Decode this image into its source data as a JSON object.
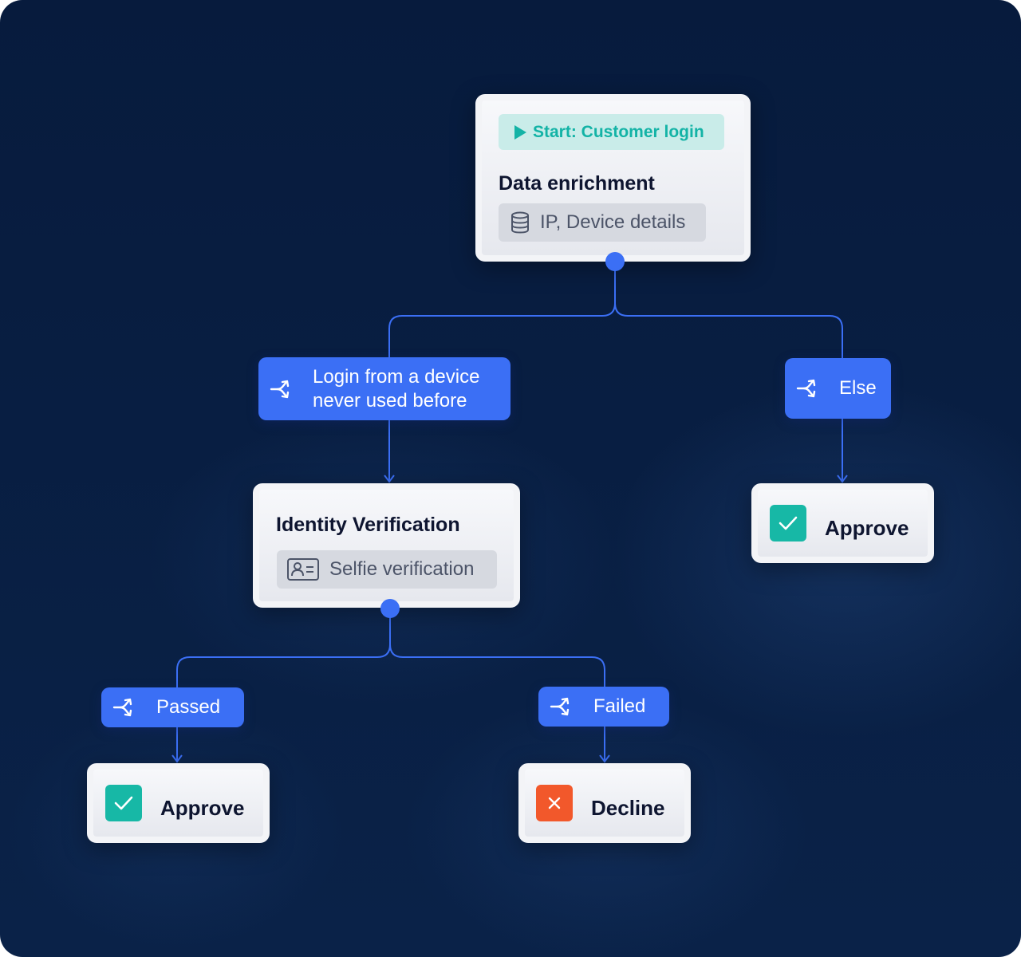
{
  "colors": {
    "background": "#0b1f40",
    "accent_blue": "#3b6ff5",
    "approve_teal": "#17b8a6",
    "decline_orange": "#f2582b",
    "start_teal": "#13b3a6"
  },
  "start_node": {
    "trigger_label": "Start: Customer login",
    "trigger_icon": "play-icon",
    "title": "Data enrichment",
    "detail_label": "IP, Device details",
    "detail_icon": "database-icon"
  },
  "conditions": {
    "new_device": {
      "label_line1": "Login from a device",
      "label_line2": "never used before",
      "icon": "branch-icon"
    },
    "else": {
      "label": "Else",
      "icon": "branch-icon"
    },
    "passed": {
      "label": "Passed",
      "icon": "branch-icon"
    },
    "failed": {
      "label": "Failed",
      "icon": "branch-icon"
    }
  },
  "identity_node": {
    "title": "Identity Verification",
    "detail_label": "Selfie verification",
    "detail_icon": "id-card-icon"
  },
  "results": {
    "else_approve": {
      "label": "Approve",
      "icon": "check-icon"
    },
    "passed_approve": {
      "label": "Approve",
      "icon": "check-icon"
    },
    "failed_decline": {
      "label": "Decline",
      "icon": "x-icon"
    }
  }
}
